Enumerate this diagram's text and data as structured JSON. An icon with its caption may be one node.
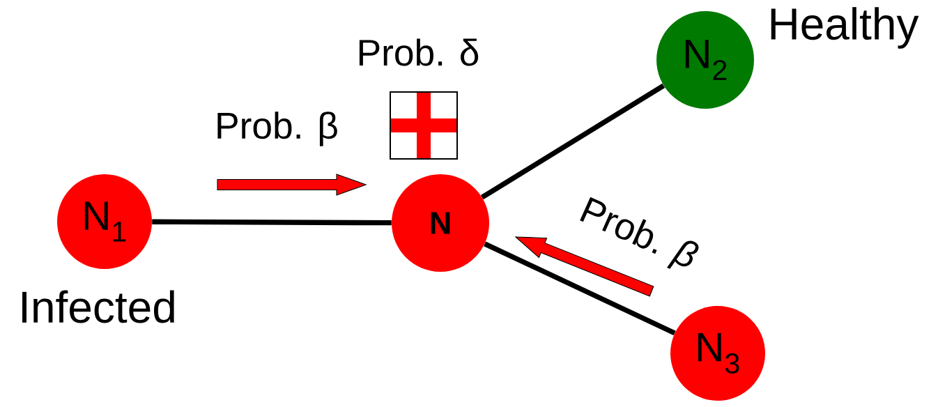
{
  "diagram": {
    "nodes": [
      {
        "text": [
          "N$_{1}$"
        ],
        "beside": [
          "Infected"
        ]
      },
      {
        "text": [
          "N"
        ]
      },
      {
        "text": [
          "N$_{2}$"
        ],
        "beside": [
          "Healthy"
        ]
      },
      {
        "text": [
          "N$_{3}$"
        ]
      }
    ],
    "edges": [
      {
        "from": 0,
        "to": 1,
        "arrow": "none"
      },
      {
        "from": 1,
        "to": 2,
        "arrow": "none"
      },
      {
        "from": 1,
        "to": 3,
        "arrow": "none"
      }
    ],
    "labels": [
      "Prob. δ",
      "Prob. β",
      "Prob. *β*"
    ]
  }
}
